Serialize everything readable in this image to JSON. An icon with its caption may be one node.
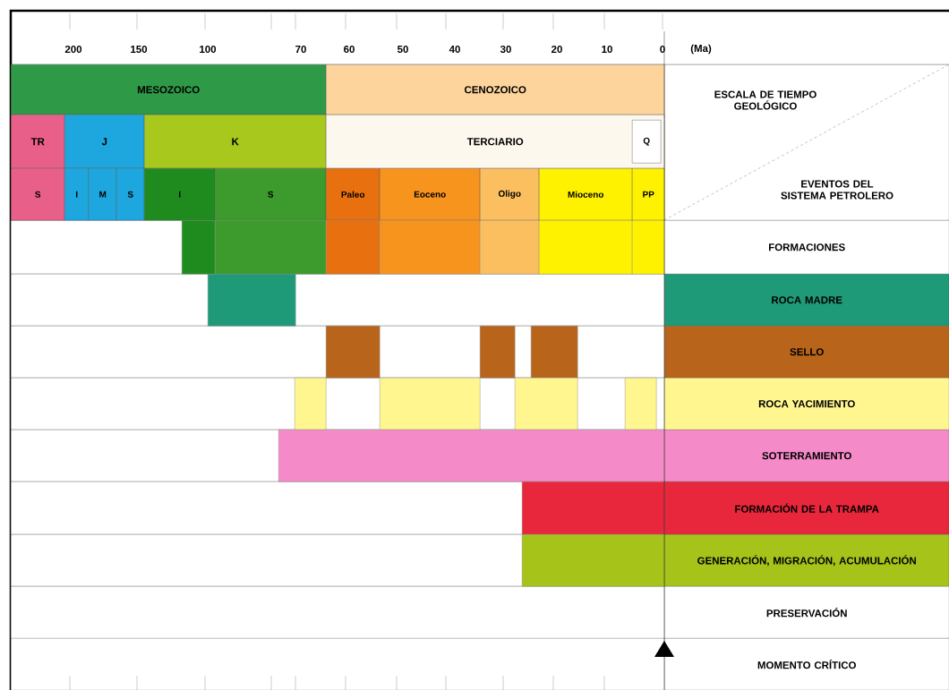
{
  "diagram": {
    "nodes": [
      {
        "text": [
          "MESOZOICO"
        ]
      },
      {
        "text": [
          "CENOZOICO"
        ]
      },
      {
        "text": [
          "ESCALA DE TIEMPO GEOLÓGICO",
          "EVENTOS DEL SISTEMA PETROLERO"
        ]
      },
      {
        "text": [
          "TR"
        ]
      },
      {
        "text": [
          "J"
        ]
      },
      {
        "text": [
          "K"
        ]
      },
      {
        "text": [
          "TERCIARIO"
        ]
      },
      {
        "text": [
          "Q"
        ],
        "in": 6
      },
      {
        "text": [
          "S"
        ]
      },
      {
        "text": [
          "I"
        ]
      },
      {
        "text": [
          "M"
        ]
      },
      {
        "text": [
          "S"
        ]
      },
      {
        "text": [
          "I"
        ]
      },
      {
        "text": [
          "S"
        ]
      },
      {
        "text": [
          "Paleo"
        ]
      },
      {
        "text": [
          "Eoceno"
        ]
      },
      {
        "text": [
          "Oligo"
        ]
      },
      {
        "text": [
          "Mioceno"
        ]
      },
      {
        "text": [
          "PP"
        ]
      },
      {
        "text": [],
        "shape": "bar"
      },
      {
        "text": [],
        "shape": "bar"
      },
      {
        "text": [],
        "shape": "bar"
      },
      {
        "text": [],
        "shape": "bar"
      },
      {
        "text": [],
        "shape": "bar"
      },
      {
        "text": [],
        "shape": "bar"
      },
      {
        "text": [],
        "shape": "bar"
      },
      {
        "text": [
          "FORMACIONES"
        ]
      },
      {
        "text": [],
        "shape": "bar"
      },
      {
        "text": [
          "ROCA MADRE"
        ]
      },
      {
        "text": [],
        "shape": "bar"
      },
      {
        "text": [],
        "shape": "bar"
      },
      {
        "text": [],
        "shape": "bar"
      },
      {
        "text": [
          "SELLO"
        ]
      },
      {
        "text": [],
        "shape": "bar"
      },
      {
        "text": [],
        "shape": "bar"
      },
      {
        "text": [],
        "shape": "bar"
      },
      {
        "text": [],
        "shape": "bar"
      },
      {
        "text": [
          "ROCA YACIMIENTO"
        ]
      },
      {
        "text": [],
        "shape": "bar"
      },
      {
        "text": [
          "SOTERRAMIENTO"
        ]
      },
      {
        "text": [],
        "shape": "bar"
      },
      {
        "text": [
          "FORMACIÓN DE LA TRAMPA"
        ]
      },
      {
        "text": [],
        "shape": "bar"
      },
      {
        "text": [
          "GENERACIÓN, MIGRACIÓN, ACUMULACIÓN"
        ]
      },
      {
        "text": [
          "PRESERVACIÓN"
        ]
      },
      {
        "text": [
          "MOMENTO CRÍTICO"
        ]
      }
    ],
    "labels": [
      "200",
      "150",
      "100",
      "70",
      "60",
      "50",
      "40",
      "30",
      "20",
      "10",
      "0",
      "(Ma)"
    ]
  }
}
